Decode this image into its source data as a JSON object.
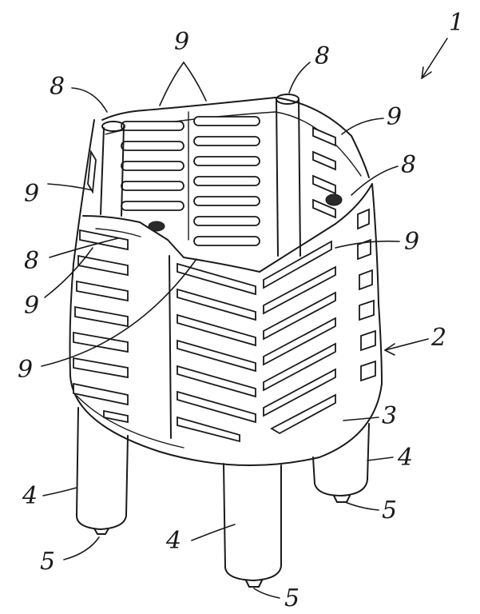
{
  "labels": {
    "main": "1",
    "body": "2",
    "ring": "3",
    "leg": "4",
    "foot": "5",
    "post": "8",
    "slots": "9"
  },
  "colors": {
    "ink": "#1a1a1a",
    "paper": "#ffffff"
  }
}
